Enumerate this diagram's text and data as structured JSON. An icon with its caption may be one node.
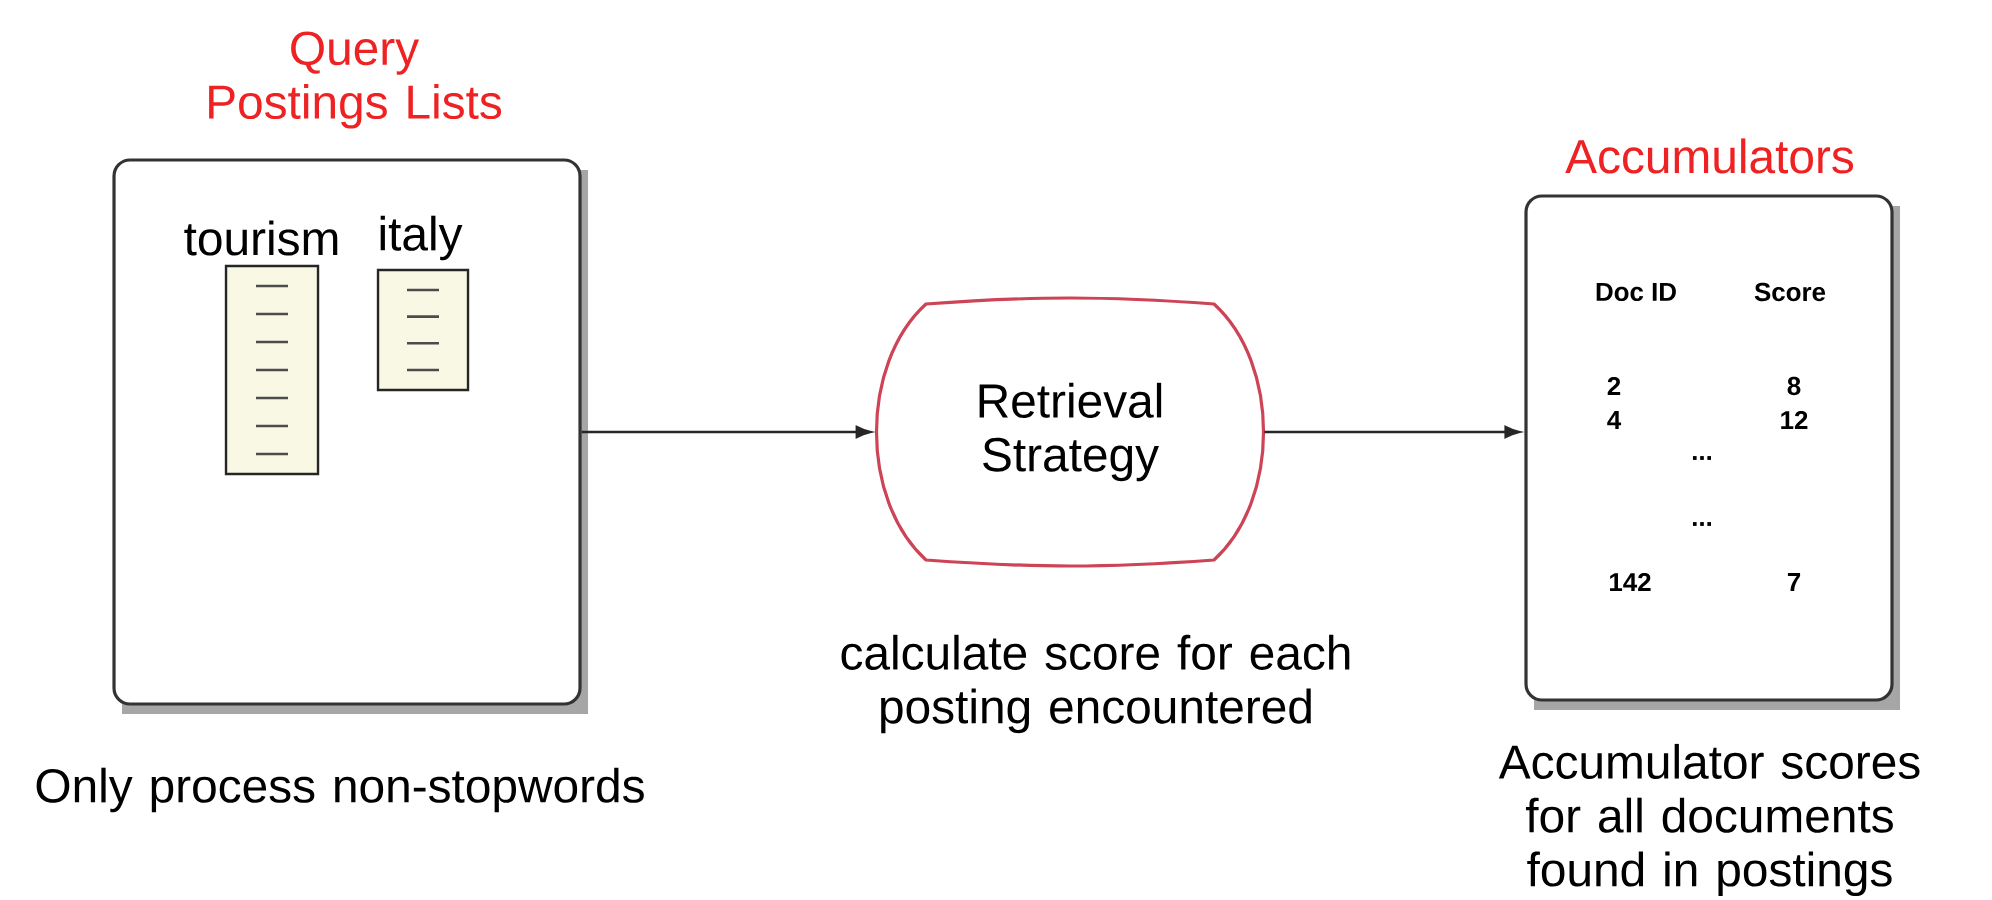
{
  "diagram": {
    "nodes": [
      {
        "text": [
          "Query Postings Lists"
        ],
        "beside": [
          "Only process non-stopwords"
        ]
      },
      {
        "text": [
          "tourism"
        ],
        "in": 0
      },
      {
        "text": [
          "italy"
        ],
        "in": 0
      },
      {
        "text": [
          "Retrieval Strategy"
        ],
        "beside": [
          "calculate score for each posting encountered"
        ]
      },
      {
        "text": [
          "Accumulators"
        ],
        "beside": [
          "Accumulator scores for all documents found in postings"
        ]
      }
    ],
    "edges": [
      {
        "from": 0,
        "to": 3,
        "arrow": "to"
      },
      {
        "from": 3,
        "to": 4,
        "arrow": "to"
      }
    ],
    "labels": [
      "Doc ID",
      "Score",
      "2",
      "8",
      "4",
      "12",
      "...",
      "...",
      "142",
      "7"
    ]
  }
}
